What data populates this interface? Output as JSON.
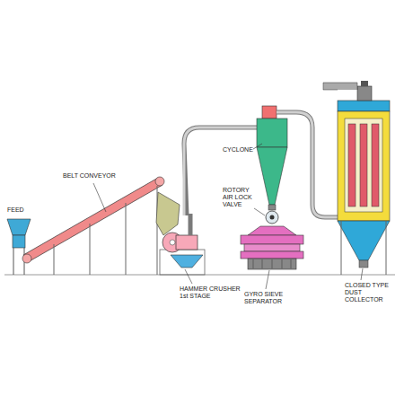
{
  "diagram": {
    "labels": [
      "FEED",
      "BELT CONVEYOR",
      "HAMMER CRUSHER 1st STAGE",
      "CYCLONE",
      "ROTORY AIR LOCK VALVE",
      "GYRO SIEVE SEPARATOR",
      "CLOSED TYPE DUST COLLECTOR"
    ]
  }
}
